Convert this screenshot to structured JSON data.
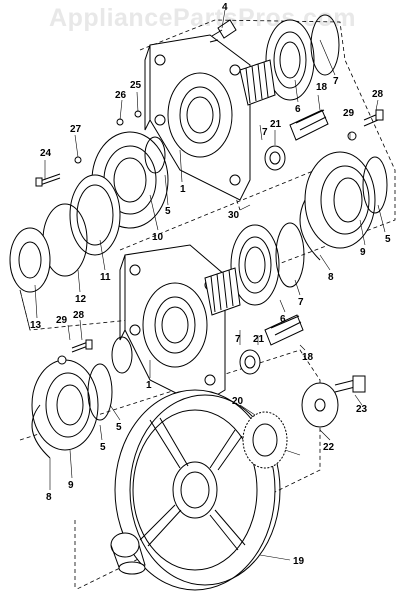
{
  "watermark": "AppliancePartsPros.com",
  "callouts": {
    "c1a": "1",
    "c1b": "1",
    "c4": "4",
    "c5a": "5",
    "c5b": "5",
    "c5c": "5",
    "c5d": "5",
    "c5e": "5",
    "c6a": "6",
    "c6b": "6",
    "c7a": "7",
    "c7b": "7",
    "c7c": "7",
    "c7d": "7",
    "c8a": "8",
    "c8b": "8",
    "c9a": "9",
    "c9b": "9",
    "c10": "10",
    "c11": "11",
    "c12": "12",
    "c13": "13",
    "c18a": "18",
    "c18b": "18",
    "c19": "19",
    "c20": "20",
    "c21a": "21",
    "c21b": "21",
    "c22": "22",
    "c23": "23",
    "c24": "24",
    "c25": "25",
    "c26": "26",
    "c27": "27",
    "c28a": "28",
    "c28b": "28",
    "c29a": "29",
    "c29b": "29",
    "c30": "30"
  }
}
